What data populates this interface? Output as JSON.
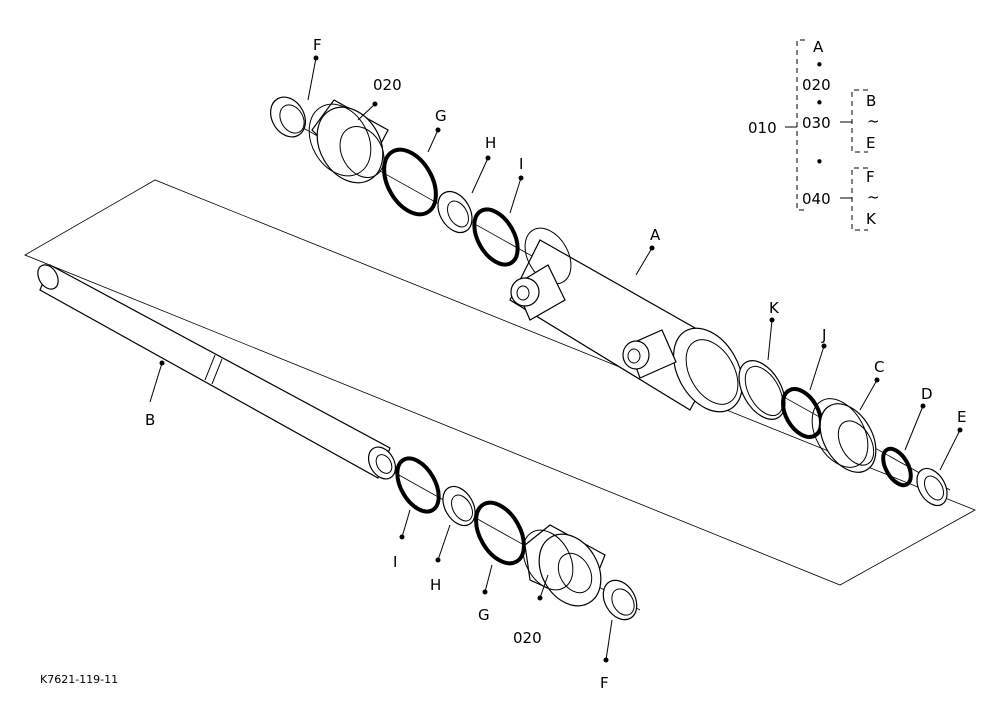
{
  "labels": {
    "F": "F",
    "G": "G",
    "H": "H",
    "I": "I",
    "J": "J",
    "K": "K",
    "A": "A",
    "B": "B",
    "C": "C",
    "D": "D",
    "E": "E",
    "p020": "020"
  },
  "legend": {
    "root": "010",
    "a": "A",
    "n020": "020",
    "n030": "030",
    "n040": "040",
    "b": "B",
    "tilde1": "~",
    "e": "E",
    "f": "F",
    "tilde2": "~",
    "k": "K",
    "dot": "•"
  },
  "ref_code": "K7621-119-11"
}
